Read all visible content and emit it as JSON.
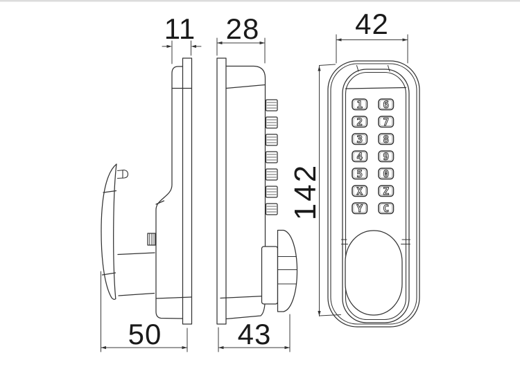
{
  "drawing_type": "keypad-lock-dimension-drawing",
  "colors": {
    "line": "#333333",
    "background": "#ffffff",
    "dimension_text": "#1a1a1a"
  },
  "dimensions": {
    "interior_body_thickness": "11",
    "exterior_body_thickness": "28",
    "front_width": "42",
    "front_height": "142",
    "interior_total_depth": "50",
    "exterior_total_depth": "43"
  },
  "keypad": {
    "keys": [
      "1",
      "6",
      "2",
      "7",
      "3",
      "8",
      "4",
      "9",
      "5",
      "0",
      "X",
      "Z",
      "Y",
      "C"
    ]
  }
}
